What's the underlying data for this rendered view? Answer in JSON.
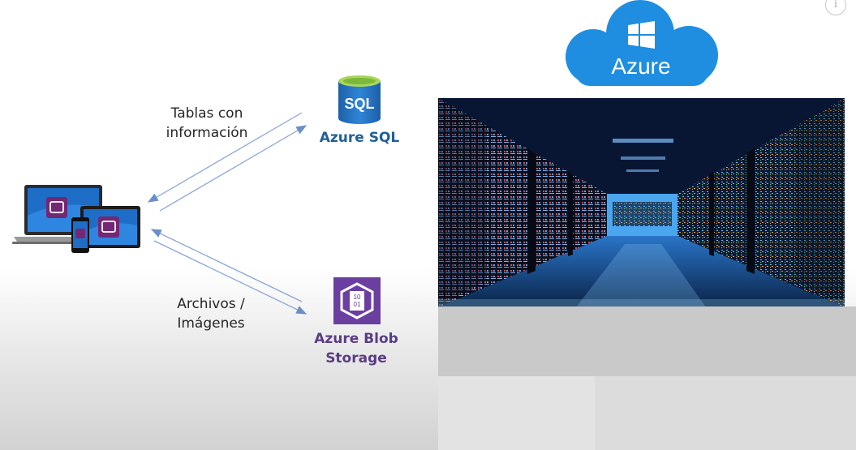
{
  "diagram": {
    "tables_label_line1": "Tablas con",
    "tables_label_line2": "información",
    "files_label_line1": "Archivos /",
    "files_label_line2": "Imágenes",
    "sql_icon_text": "SQL",
    "sql_service_name": "Azure SQL",
    "blob_icon_line1": "10",
    "blob_icon_line2": "01",
    "blob_service_line1": "Azure Blob",
    "blob_service_line2": "Storage",
    "cloud_text": "Azure"
  },
  "colors": {
    "azure_blue": "#1f8ee0",
    "sql_blue": "#1f5f99",
    "blob_purple": "#5a3c86",
    "powerapps_purple": "#742774",
    "arrow": "#6b8fc7"
  },
  "icons": [
    "devices-icon",
    "sql-database-icon",
    "blob-storage-icon",
    "azure-cloud-icon",
    "windows-logo-icon",
    "info-icon"
  ]
}
